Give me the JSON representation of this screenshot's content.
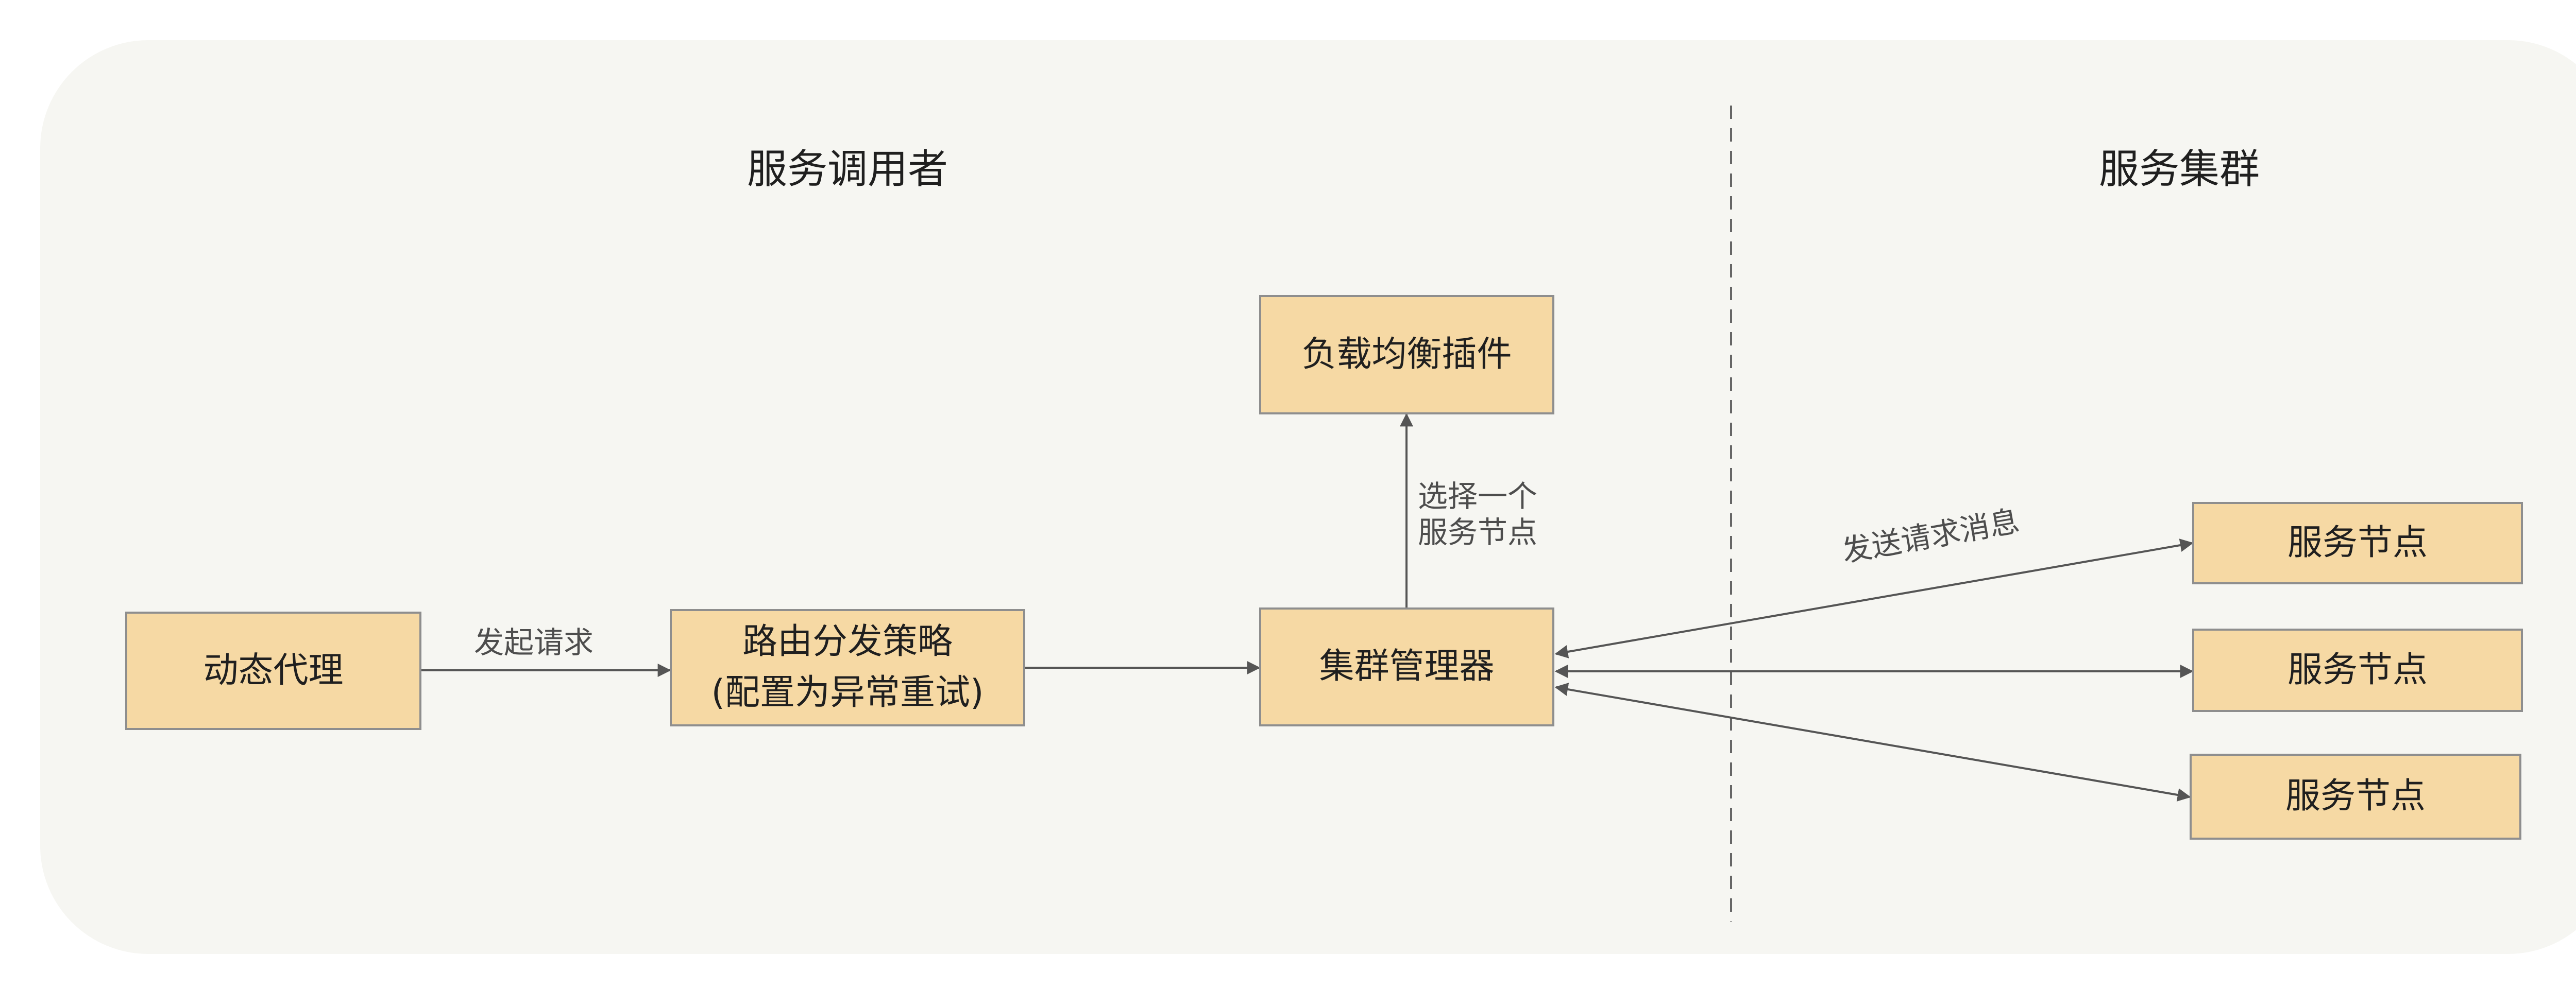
{
  "sections": {
    "caller": "服务调用者",
    "cluster": "服务集群"
  },
  "nodes": {
    "proxy": "动态代理",
    "route_line1": "路由分发策略",
    "route_line2": "(配置为异常重试)",
    "manager": "集群管理器",
    "load_balancer": "负载均衡插件",
    "service_node_1": "服务节点",
    "service_node_2": "服务节点",
    "service_node_3": "服务节点"
  },
  "edges": {
    "send_request": "发起请求",
    "select_line1": "选择一个",
    "select_line2": "服务节点",
    "send_message": "发送请求消息"
  },
  "colors": {
    "panel_background": "#f6f6f2",
    "node_fill": "#f6d9a4",
    "node_border": "#8e8e8e",
    "line": "#555555"
  }
}
